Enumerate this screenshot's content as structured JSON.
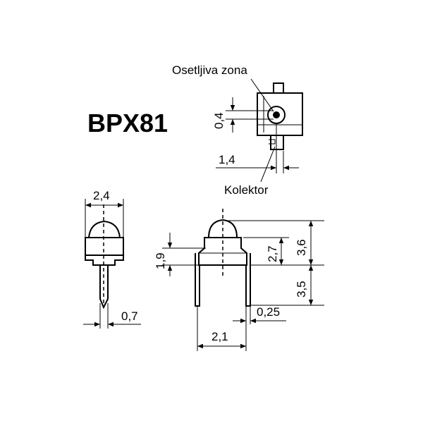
{
  "part_number": "BPX81",
  "callouts": {
    "sensitive_zone": "Osetljiva zona",
    "collector": "Kolektor"
  },
  "dimensions": {
    "top_aperture": "0,4",
    "top_offset": "1,4",
    "side_width": "2,4",
    "side_lead": "0,7",
    "front_body_height": "1,9",
    "front_dome_height": "2,7",
    "front_total_height": "3,6",
    "front_lead_length": "3,5",
    "front_lead_thickness": "0,25",
    "front_lead_spacing": "2,1"
  }
}
